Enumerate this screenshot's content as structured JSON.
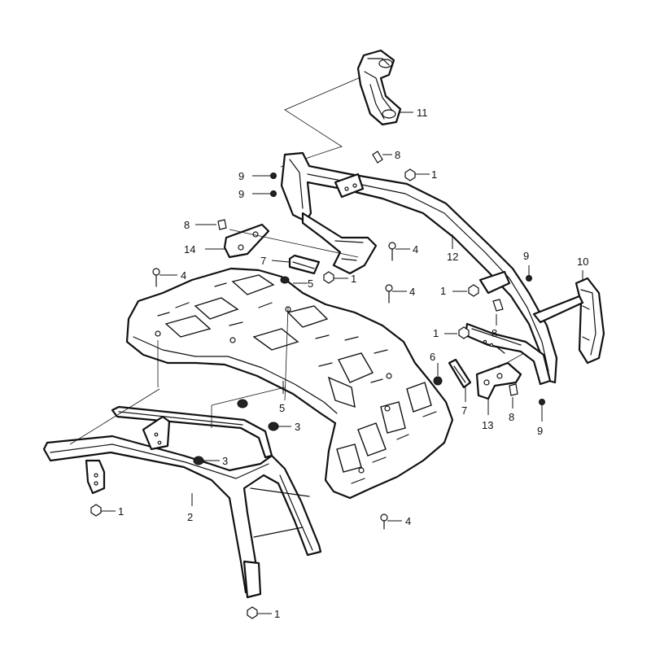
{
  "diagram": {
    "callouts": [
      {
        "id": "c11",
        "text": "11"
      },
      {
        "id": "c8a",
        "text": "8"
      },
      {
        "id": "c9a",
        "text": "9"
      },
      {
        "id": "c9b",
        "text": "9"
      },
      {
        "id": "c1a",
        "text": "1"
      },
      {
        "id": "c8b",
        "text": "8"
      },
      {
        "id": "c14",
        "text": "14"
      },
      {
        "id": "c4a",
        "text": "4"
      },
      {
        "id": "c7a",
        "text": "7"
      },
      {
        "id": "c1b",
        "text": "1"
      },
      {
        "id": "c12",
        "text": "12"
      },
      {
        "id": "c4b",
        "text": "4"
      },
      {
        "id": "c5a",
        "text": "5"
      },
      {
        "id": "c9c",
        "text": "9"
      },
      {
        "id": "c10",
        "text": "10"
      },
      {
        "id": "c1c",
        "text": "1"
      },
      {
        "id": "c4c",
        "text": "4"
      },
      {
        "id": "c8c",
        "text": "8"
      },
      {
        "id": "c1d",
        "text": "1"
      },
      {
        "id": "c6",
        "text": "6"
      },
      {
        "id": "c7b",
        "text": "7"
      },
      {
        "id": "c13",
        "text": "13"
      },
      {
        "id": "c8d",
        "text": "8"
      },
      {
        "id": "c9d",
        "text": "9"
      },
      {
        "id": "c5b",
        "text": "5"
      },
      {
        "id": "c3a",
        "text": "3"
      },
      {
        "id": "c3b",
        "text": "3"
      },
      {
        "id": "c1e",
        "text": "1"
      },
      {
        "id": "c2",
        "text": "2"
      },
      {
        "id": "c4d",
        "text": "4"
      },
      {
        "id": "c1f",
        "text": "1"
      }
    ]
  }
}
